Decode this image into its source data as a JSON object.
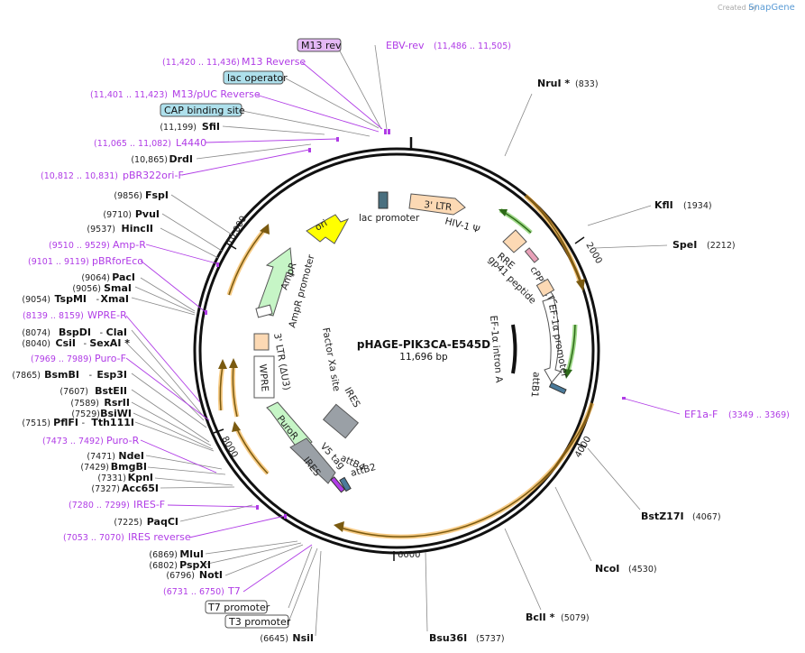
{
  "watermark": {
    "prefix": "Created by",
    "brand": "SnapGene"
  },
  "plasmid": {
    "name": "pHAGE-PIK3CA-E545D",
    "length": "11,696 bp"
  },
  "ticks": [
    "2000",
    "4000",
    "6000",
    "8000",
    "10,000"
  ],
  "features": {
    "ltr3": "3' LTR",
    "hiv_psi": "HIV-1 Ψ",
    "rre": "RRE",
    "gp41": "gp41 peptide",
    "cppt": "cPPT/CTS",
    "ef1a_promoter": "EF-1α promoter",
    "ef1a_intron": "EF-1α intron A",
    "attb1": "attB1",
    "lac_promoter": "lac promoter",
    "ori": "ori",
    "ampr": "AmpR",
    "ampr_promoter": "AmpR promoter",
    "ltr3_du3": "3' LTR (ΔU3)",
    "wpre": "WPRE",
    "factor_xa": "Factor Xa site",
    "ires_inner": "IRES",
    "puror": "PuroR",
    "ires": "IRES",
    "v5tag": "V5 tag",
    "attb4": "attB4",
    "attb2": "attB2"
  },
  "boxed_labels": {
    "m13rev": "M13 rev",
    "lac_operator": "lac operator",
    "cap_site": "CAP binding site",
    "t7_promoter": "T7 promoter",
    "t3_promoter": "T3 promoter"
  },
  "primers": {
    "ebv_rev": {
      "name": "EBV-rev",
      "coord": "(11,486 .. 11,505)"
    },
    "m13_reverse": {
      "name": "M13 Reverse",
      "coord": "(11,420 .. 11,436)"
    },
    "m13_puc_reverse": {
      "name": "M13/pUC Reverse",
      "coord": "(11,401 .. 11,423)"
    },
    "l4440": {
      "name": "L4440",
      "coord": "(11,065 .. 11,082)"
    },
    "pbr322ori_f": {
      "name": "pBR322ori-F",
      "coord": "(10,812 .. 10,831)"
    },
    "amp_r": {
      "name": "Amp-R",
      "coord": "(9510 .. 9529)"
    },
    "pbrforeco": {
      "name": "pBRforEco",
      "coord": "(9101 .. 9119)"
    },
    "wpre_r": {
      "name": "WPRE-R",
      "coord": "(8139 .. 8159)"
    },
    "puro_f": {
      "name": "Puro-F",
      "coord": "(7969 .. 7989)"
    },
    "puro_r": {
      "name": "Puro-R",
      "coord": "(7473 .. 7492)"
    },
    "ires_f": {
      "name": "IRES-F",
      "coord": "(7280 .. 7299)"
    },
    "ires_reverse": {
      "name": "IRES reverse",
      "coord": "(7053 .. 7070)"
    },
    "t7": {
      "name": "T7",
      "coord": "(6731 .. 6750)"
    },
    "ef1a_f": {
      "name": "EF1a-F",
      "coord": "(3349 .. 3369)"
    }
  },
  "enzymes": {
    "nrui": {
      "name": "NruI *",
      "coord": "(833)"
    },
    "kfli": {
      "name": "KflI",
      "coord": "(1934)"
    },
    "spei": {
      "name": "SpeI",
      "coord": "(2212)"
    },
    "bstz17i": {
      "name": "BstZ17I",
      "coord": "(4067)"
    },
    "ncoi": {
      "name": "NcoI",
      "coord": "(4530)"
    },
    "bcli": {
      "name": "BclI *",
      "coord": "(5079)"
    },
    "bsu36i": {
      "name": "Bsu36I",
      "coord": "(5737)"
    },
    "nsii": {
      "name": "NsiI",
      "coord": "(6645)"
    },
    "sfii": {
      "name": "SfiI",
      "coord": "(11,199)"
    },
    "drdi": {
      "name": "DrdI",
      "coord": "(10,865)"
    },
    "fspi": {
      "name": "FspI",
      "coord": "(9856)"
    },
    "pvui": {
      "name": "PvuI",
      "coord": "(9710)"
    },
    "hincii": {
      "name": "HincII",
      "coord": "(9537)"
    },
    "paci": {
      "name": "PacI",
      "coord": "(9064)"
    },
    "smai": {
      "name": "SmaI",
      "coord": "(9056)"
    },
    "tspmi": {
      "name": "TspMI",
      "coord": "(9054)"
    },
    "xmai": {
      "name": "XmaI",
      "coord": "-"
    },
    "bspdi": {
      "name": "BspDI",
      "coord": "(8074)"
    },
    "clai": {
      "name": "ClaI",
      "coord": "-"
    },
    "csii": {
      "name": "CsiI",
      "coord": "(8040)"
    },
    "sexai": {
      "name": "SexAI *",
      "coord": "-"
    },
    "bsmbi": {
      "name": "BsmBI",
      "coord": "(7865)"
    },
    "esp3i": {
      "name": "Esp3I",
      "coord": "-"
    },
    "bsteii": {
      "name": "BstEII",
      "coord": "(7607)"
    },
    "rsrii": {
      "name": "RsrII",
      "coord": "(7589)"
    },
    "bsiwi": {
      "name": "BsiWI",
      "coord": "(7529)"
    },
    "pflfi": {
      "name": "PflFI",
      "coord": "(7515)"
    },
    "tth111i": {
      "name": "Tth111I",
      "coord": "-"
    },
    "ndei": {
      "name": "NdeI",
      "coord": "(7471)"
    },
    "bmgbi": {
      "name": "BmgBI",
      "coord": "(7429)"
    },
    "kpni": {
      "name": "KpnI",
      "coord": "(7331)"
    },
    "acc65i": {
      "name": "Acc65I",
      "coord": "(7327)"
    },
    "paqci": {
      "name": "PaqCI",
      "coord": "(7225)"
    },
    "mlui": {
      "name": "MluI",
      "coord": "(6869)"
    },
    "pspxi": {
      "name": "PspXI",
      "coord": "(6802)"
    },
    "noti": {
      "name": "NotI",
      "coord": "(6796)"
    }
  },
  "colors": {
    "backbone": "#111111",
    "orf_arrow": "#f0a020",
    "primer": "#b03ce6",
    "ori": "#ffff00",
    "ampr": "#c6f5c6",
    "ltr": "#fcd9b4",
    "ires": "#9aa0a6",
    "lac_box": "#aee0ec",
    "m13_box": "#e4b8f5",
    "green_arrow": "#5fbf3a"
  }
}
